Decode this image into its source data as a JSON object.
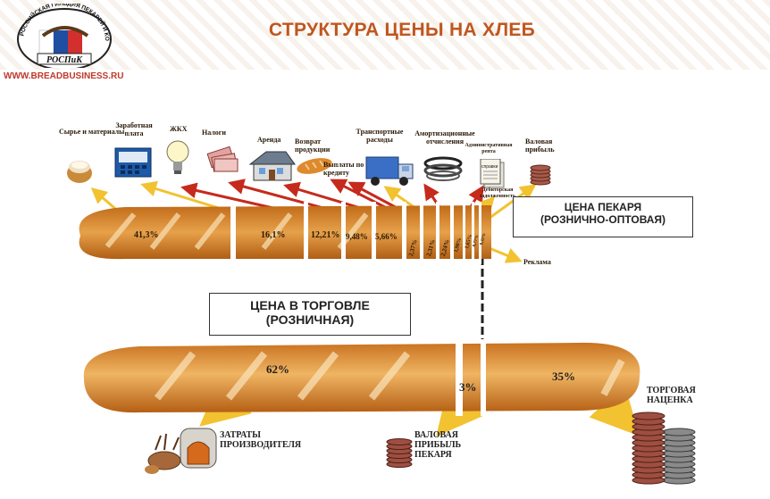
{
  "header": {
    "title": "СТРУКТУРА ЦЕНЫ НА ХЛЕБ",
    "site_url": "WWW.BREADBUSINESS.RU",
    "logo_abbrev": "РОСПиК",
    "logo_ring_text": "РОССИЙСКАЯ ГИЛЬДИЯ ПЕКАРЕЙ И КОНДИТЕРОВ"
  },
  "cost_items": [
    {
      "label": "Сырье и материалы",
      "percent": "41,3%",
      "icon": "flour-sack-icon"
    },
    {
      "label": "Заработная плата",
      "percent": "16,1%",
      "icon": "cash-register-icon"
    },
    {
      "label": "ЖКХ",
      "percent": "12,21%",
      "icon": "light-bulb-icon"
    },
    {
      "label": "Налоги",
      "percent": "9,48%",
      "icon": "banknotes-icon"
    },
    {
      "label": "Аренда",
      "percent": "5,66%",
      "icon": "house-icon"
    },
    {
      "label": "Возврат продукции",
      "percent": "2,37%",
      "icon": "bread-loaf-icon"
    },
    {
      "label": "Выплаты по кредиту",
      "percent": "2,31%",
      "icon": ""
    },
    {
      "label": "Транспортные расходы",
      "percent": "2,24%",
      "icon": "truck-icon"
    },
    {
      "label": "Амортизационные отчисления",
      "percent": "1,98%",
      "icon": "belts-icon"
    },
    {
      "label": "Административная рента",
      "percent": "1,65%",
      "icon": "document-icon"
    },
    {
      "label": "Дебиторская задолженность",
      "percent": "0,77%",
      "icon": ""
    },
    {
      "label": "Валовая прибыль",
      "percent": "0,32%",
      "icon": "coins-icon"
    },
    {
      "label": "Реклама",
      "percent": "",
      "icon": ""
    }
  ],
  "document_icon_text": "справки",
  "bakery_price_label": {
    "line1": "ЦЕНА ПЕКАРЯ",
    "line2": "(РОЗНИЧНО-ОПТОВАЯ)"
  },
  "retail_price_label": {
    "line1": "ЦЕНА В ТОРГОВЛЕ",
    "line2": "(РОЗНИЧНАЯ)"
  },
  "retail_split": [
    {
      "percent": "62%",
      "caption_line1": "ЗАТРАТЫ",
      "caption_line2": "ПРОИЗВОДИТЕЛЯ"
    },
    {
      "percent": "3%",
      "caption_line1": "ВАЛОВАЯ",
      "caption_line2": "ПРИБЫЛЬ",
      "caption_line3": "ПЕКАРЯ"
    },
    {
      "percent": "35%",
      "caption_line1": "ТОРГОВАЯ",
      "caption_line2": "НАЦЕНКА"
    }
  ],
  "colors": {
    "title": "#c0561f",
    "url": "#c0392b",
    "red_arrow": "#c62a1c",
    "yellow_arrow": "#f2c230",
    "bread_crust": "#d98a2b"
  }
}
